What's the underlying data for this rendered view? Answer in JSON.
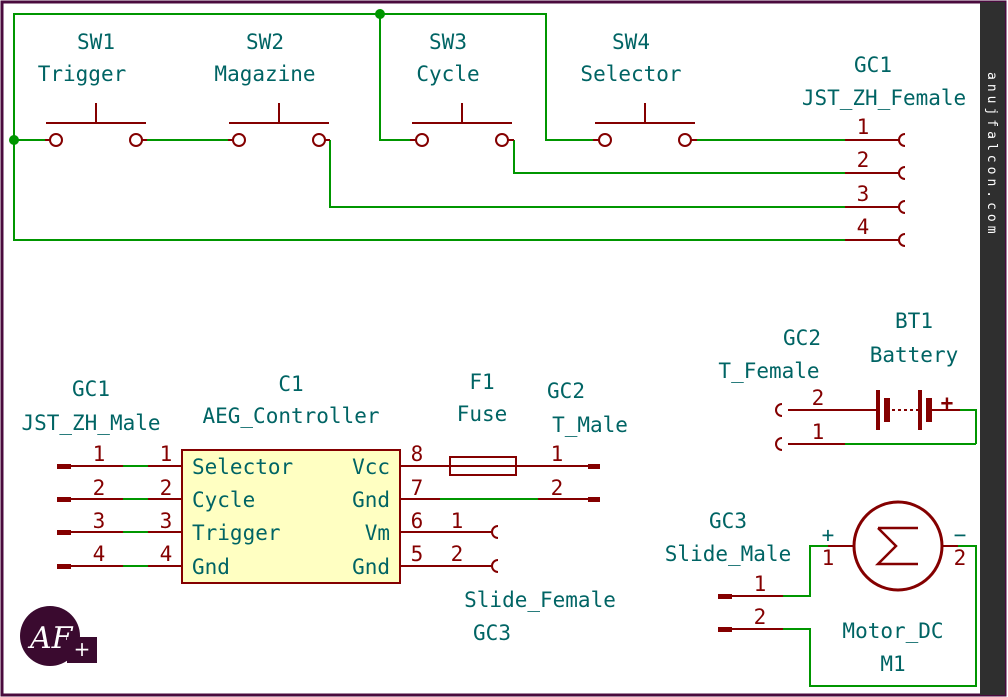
{
  "switches": {
    "sw1": {
      "ref": "SW1",
      "value": "Trigger"
    },
    "sw2": {
      "ref": "SW2",
      "value": "Magazine"
    },
    "sw3": {
      "ref": "SW3",
      "value": "Cycle"
    },
    "sw4": {
      "ref": "SW4",
      "value": "Selector"
    }
  },
  "gc1_female": {
    "ref": "GC1",
    "value": "JST_ZH_Female",
    "pins": [
      "1",
      "2",
      "3",
      "4"
    ]
  },
  "gc1_male": {
    "ref": "GC1",
    "value": "JST_ZH_Male",
    "pins": [
      "1",
      "2",
      "3",
      "4"
    ]
  },
  "controller": {
    "ref": "C1",
    "value": "AEG_Controller",
    "left_pins": [
      {
        "num": "1",
        "name": "Selector"
      },
      {
        "num": "2",
        "name": "Cycle"
      },
      {
        "num": "3",
        "name": "Trigger"
      },
      {
        "num": "4",
        "name": "Gnd"
      }
    ],
    "right_pins": [
      {
        "num": "8",
        "name": "Vcc"
      },
      {
        "num": "7",
        "name": "Gnd"
      },
      {
        "num": "6",
        "name": "Vm"
      },
      {
        "num": "5",
        "name": "Gnd"
      }
    ]
  },
  "fuse": {
    "ref": "F1",
    "value": "Fuse"
  },
  "gc2_male": {
    "ref": "GC2",
    "value": "T_Male",
    "pins": [
      "1",
      "2"
    ]
  },
  "gc3_female": {
    "ref": "GC3",
    "value": "Slide_Female",
    "pins": [
      "1",
      "2"
    ]
  },
  "gc2_female": {
    "ref": "GC2",
    "value": "T_Female",
    "pins": [
      "2",
      "1"
    ]
  },
  "battery": {
    "ref": "BT1",
    "value": "Battery",
    "plus": "+"
  },
  "gc3_male": {
    "ref": "GC3",
    "value": "Slide_Male",
    "pins": [
      "1",
      "2"
    ]
  },
  "motor": {
    "ref": "M1",
    "value": "Motor_DC",
    "plus": "+",
    "minus": "−",
    "pins": [
      "1",
      "2"
    ]
  },
  "sidebar": {
    "text": "anujfalcon.com"
  },
  "logo": {
    "text": "AF",
    "badge": "+"
  },
  "colors": {
    "wire": "#009600",
    "component": "#840000",
    "label": "#006464",
    "controller_fill": "#ffffc2",
    "frame": "#4a0b3e"
  }
}
